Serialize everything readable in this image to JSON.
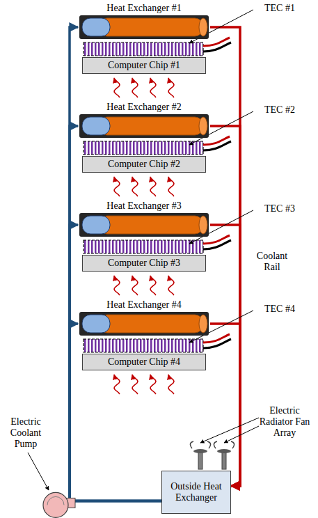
{
  "diagram": {
    "nodes": [
      {
        "text": [
          "Heat Exchanger #1"
        ]
      },
      {
        "text": [
          "Computer Chip #1"
        ]
      },
      {
        "text": [
          "Heat Exchanger #2"
        ]
      },
      {
        "text": [
          "Computer Chip #2"
        ]
      },
      {
        "text": [
          "Heat Exchanger #3"
        ]
      },
      {
        "text": [
          "Computer Chip #3"
        ]
      },
      {
        "text": [
          "Heat Exchanger #4"
        ]
      },
      {
        "text": [
          "Computer Chip #4"
        ]
      },
      {
        "text": [
          "Outside Heat Exchanger"
        ]
      }
    ],
    "edges": [
      {
        "from": 8,
        "to": 0,
        "arrow": "to"
      },
      {
        "from": 8,
        "to": 2,
        "arrow": "to"
      },
      {
        "from": 8,
        "to": 4,
        "arrow": "to"
      },
      {
        "from": 8,
        "to": 6,
        "arrow": "to"
      },
      {
        "from": 0,
        "to": 8,
        "arrow": "to"
      },
      {
        "from": 2,
        "to": 8,
        "arrow": "to"
      },
      {
        "from": 4,
        "to": 8,
        "arrow": "to"
      },
      {
        "from": 6,
        "to": 8,
        "arrow": "to"
      }
    ],
    "labels": [
      "TEC #1",
      "TEC #2",
      "TEC #3",
      "TEC #4",
      "Coolant Rail",
      "Electric Radiator Fan Array",
      "Electric Coolant Pump"
    ]
  }
}
